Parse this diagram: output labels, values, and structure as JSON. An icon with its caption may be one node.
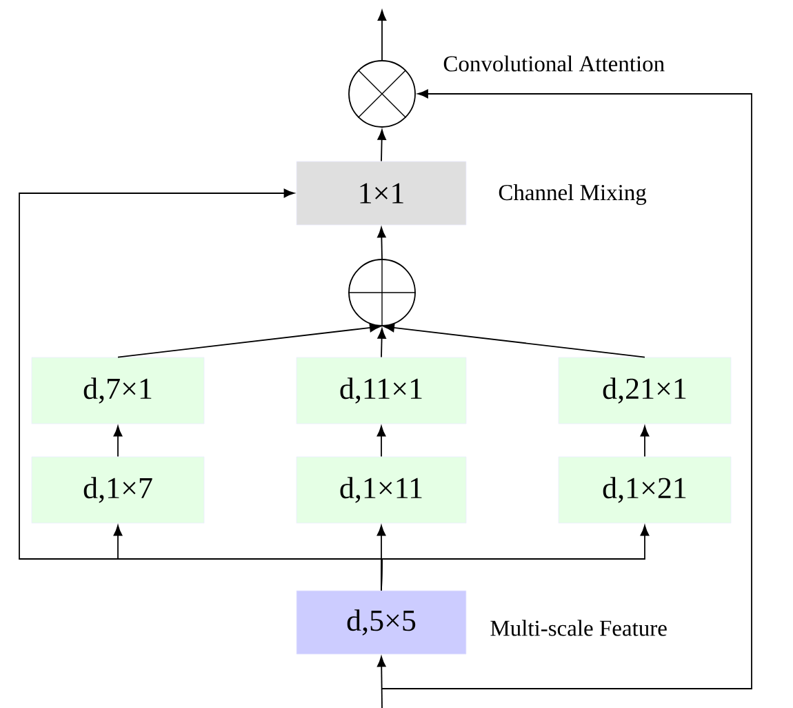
{
  "diagram": {
    "nodes": [
      {
        "text": [],
        "shape": "circle",
        "beside": [
          "Convolutional Attention"
        ]
      },
      {
        "text": [
          "1×1"
        ],
        "beside": [
          "Channel Mixing"
        ]
      },
      {
        "text": [],
        "shape": "circle"
      },
      {
        "text": [
          "d,7×1"
        ]
      },
      {
        "text": [
          "d,11×1"
        ]
      },
      {
        "text": [
          "d,21×1"
        ]
      },
      {
        "text": [
          "d,1×7"
        ]
      },
      {
        "text": [
          "d,1×11"
        ]
      },
      {
        "text": [
          "d,1×21"
        ]
      },
      {
        "text": [
          "d,5×5"
        ],
        "beside": [
          "Multi-scale Feature"
        ]
      }
    ],
    "edges": [
      {
        "from": null,
        "to": 9,
        "arrow": "to"
      },
      {
        "from": 9,
        "to": 6,
        "arrow": "to"
      },
      {
        "from": 9,
        "to": 7,
        "arrow": "to"
      },
      {
        "from": 9,
        "to": 8,
        "arrow": "to"
      },
      {
        "from": 9,
        "to": 1,
        "arrow": "to"
      },
      {
        "from": 6,
        "to": 3,
        "arrow": "to"
      },
      {
        "from": 7,
        "to": 4,
        "arrow": "to"
      },
      {
        "from": 8,
        "to": 5,
        "arrow": "to"
      },
      {
        "from": 3,
        "to": 2,
        "arrow": "to"
      },
      {
        "from": 4,
        "to": 2,
        "arrow": "to"
      },
      {
        "from": 5,
        "to": 2,
        "arrow": "to"
      },
      {
        "from": 2,
        "to": 1,
        "arrow": "to"
      },
      {
        "from": 1,
        "to": 0,
        "arrow": "to"
      },
      {
        "from": null,
        "to": 0,
        "arrow": "to"
      },
      {
        "from": 0,
        "to": null,
        "arrow": "to"
      }
    ]
  }
}
